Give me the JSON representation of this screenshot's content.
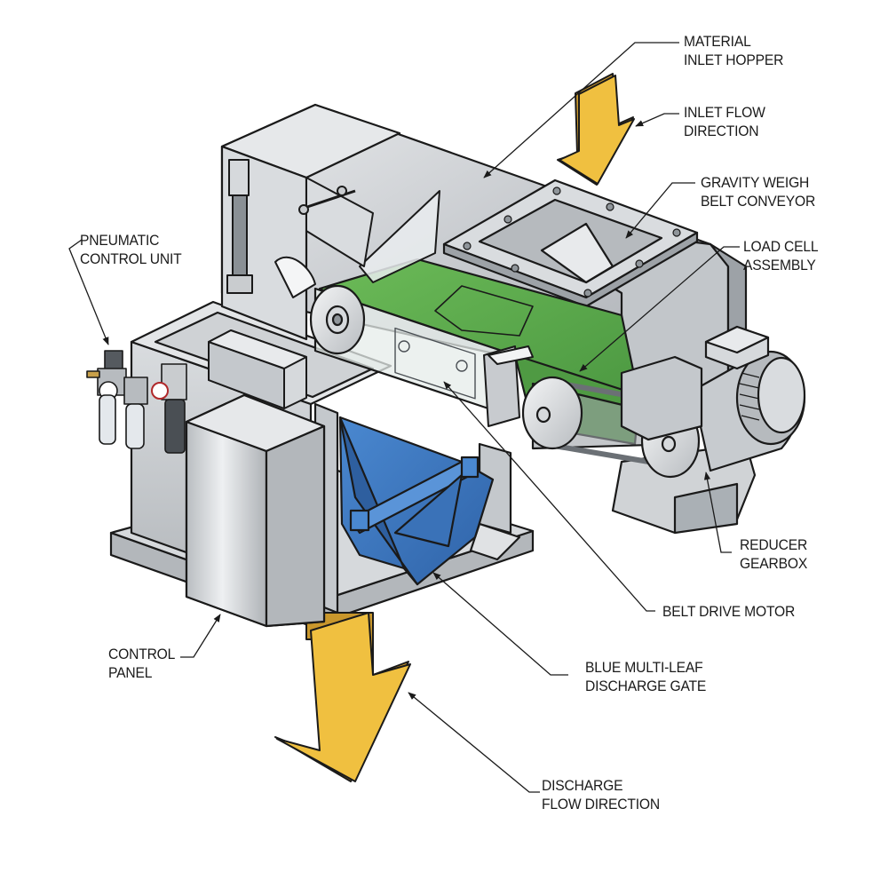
{
  "diagram": {
    "subject": "Gravity weigh belt feeder cutaway illustration",
    "colors": {
      "background": "#ffffff",
      "steel": "#c9cccf",
      "steel_light": "#e4e6e8",
      "steel_dark": "#9da2a7",
      "belt_green": "#5aa84a",
      "gate_blue": "#3d78c0",
      "arrow_yellow": "#f0c040",
      "outline": "#1a1a1a"
    },
    "callouts": [
      {
        "id": "material-inlet-hopper",
        "lines": [
          "MATERIAL",
          "INLET HOPPER"
        ]
      },
      {
        "id": "inlet-flow-direction",
        "lines": [
          "INLET FLOW",
          "DIRECTION"
        ]
      },
      {
        "id": "gravity-weigh-belt-conveyor",
        "lines": [
          "GRAVITY WEIGH",
          "BELT CONVEYOR"
        ]
      },
      {
        "id": "load-cell-assembly",
        "lines": [
          "LOAD CELL",
          "ASSEMBLY"
        ]
      },
      {
        "id": "pneumatic-control-unit",
        "lines": [
          "PNEUMATIC",
          "CONTROL UNIT"
        ]
      },
      {
        "id": "reducer-gearbox",
        "lines": [
          "REDUCER",
          "GEARBOX"
        ]
      },
      {
        "id": "belt-drive-motor",
        "lines": [
          "BELT DRIVE MOTOR"
        ]
      },
      {
        "id": "control-panel",
        "lines": [
          "CONTROL",
          "PANEL"
        ]
      },
      {
        "id": "blue-multi-leaf-discharge-gate",
        "lines": [
          "BLUE MULTI-LEAF",
          "DISCHARGE GATE"
        ]
      },
      {
        "id": "discharge-flow-direction",
        "lines": [
          "DISCHARGE",
          "FLOW DIRECTION"
        ]
      }
    ]
  }
}
